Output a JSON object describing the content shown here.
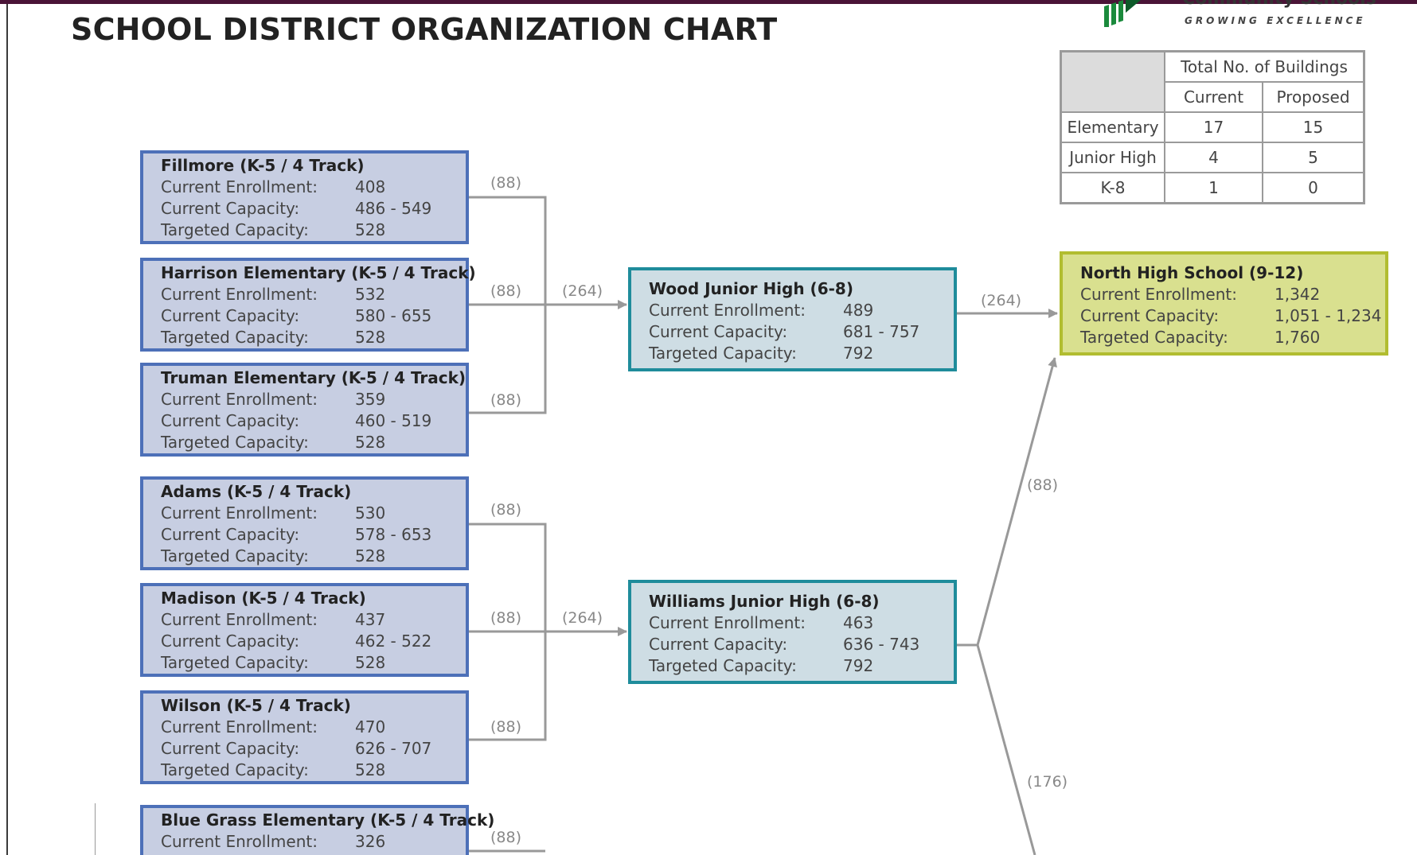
{
  "title": "SCHOOL DISTRICT ORGANIZATION CHART",
  "logo": {
    "name": "Community Schools",
    "tagline": "GROWING EXCELLENCE",
    "colors": [
      "#1a8a3c",
      "#0d5a2a"
    ]
  },
  "buildings_table": {
    "header": "Total No. of Buildings",
    "columns": [
      "Current",
      "Proposed"
    ],
    "rows": [
      {
        "label": "Elementary",
        "current": "17",
        "proposed": "15"
      },
      {
        "label": "Junior High",
        "current": "4",
        "proposed": "5"
      },
      {
        "label": "K-8",
        "current": "1",
        "proposed": "0"
      }
    ]
  },
  "labels": {
    "enrollment": "Current Enrollment:",
    "capacity": "Current Capacity:",
    "targeted": "Targeted Capacity:"
  },
  "elementary": [
    {
      "name": "Fillmore (K-5 / 4 Track)",
      "enrollment": "408",
      "capacity": "486 - 549",
      "targeted": "528",
      "flow": "(88)"
    },
    {
      "name": "Harrison Elementary (K-5 / 4 Track)",
      "enrollment": "532",
      "capacity": "580 - 655",
      "targeted": "528",
      "flow": "(88)"
    },
    {
      "name": "Truman Elementary (K-5 / 4 Track)",
      "enrollment": "359",
      "capacity": "460 - 519",
      "targeted": "528",
      "flow": "(88)"
    },
    {
      "name": "Adams (K-5 / 4 Track)",
      "enrollment": "530",
      "capacity": "578 - 653",
      "targeted": "528",
      "flow": "(88)"
    },
    {
      "name": "Madison (K-5 / 4 Track)",
      "enrollment": "437",
      "capacity": "462 - 522",
      "targeted": "528",
      "flow": "(88)"
    },
    {
      "name": "Wilson (K-5 / 4 Track)",
      "enrollment": "470",
      "capacity": "626 - 707",
      "targeted": "528",
      "flow": "(88)"
    },
    {
      "name": "Blue Grass Elementary (K-5 / 4 Track)",
      "enrollment": "326",
      "flow": "(88)"
    }
  ],
  "junior_high": [
    {
      "name": "Wood Junior High (6-8)",
      "enrollment": "489",
      "capacity": "681 - 757",
      "targeted": "792",
      "flow_in": "(264)",
      "flow_out": "(264)"
    },
    {
      "name": "Williams Junior High (6-8)",
      "enrollment": "463",
      "capacity": "636 - 743",
      "targeted": "792",
      "flow_in": "(264)",
      "flow_out_north": "(88)",
      "flow_out_south": "(176)"
    }
  ],
  "high_school": {
    "name": "North High School (9-12)",
    "enrollment": "1,342",
    "capacity": "1,051 - 1,234",
    "targeted": "1,760"
  },
  "colors": {
    "elementary_fill": "#c7cee2",
    "elementary_border": "#4d70b8",
    "junior_fill": "#cedde4",
    "junior_border": "#1f8c9b",
    "high_fill": "#d9e08f",
    "high_border": "#b1bd30",
    "connector": "#999999"
  }
}
